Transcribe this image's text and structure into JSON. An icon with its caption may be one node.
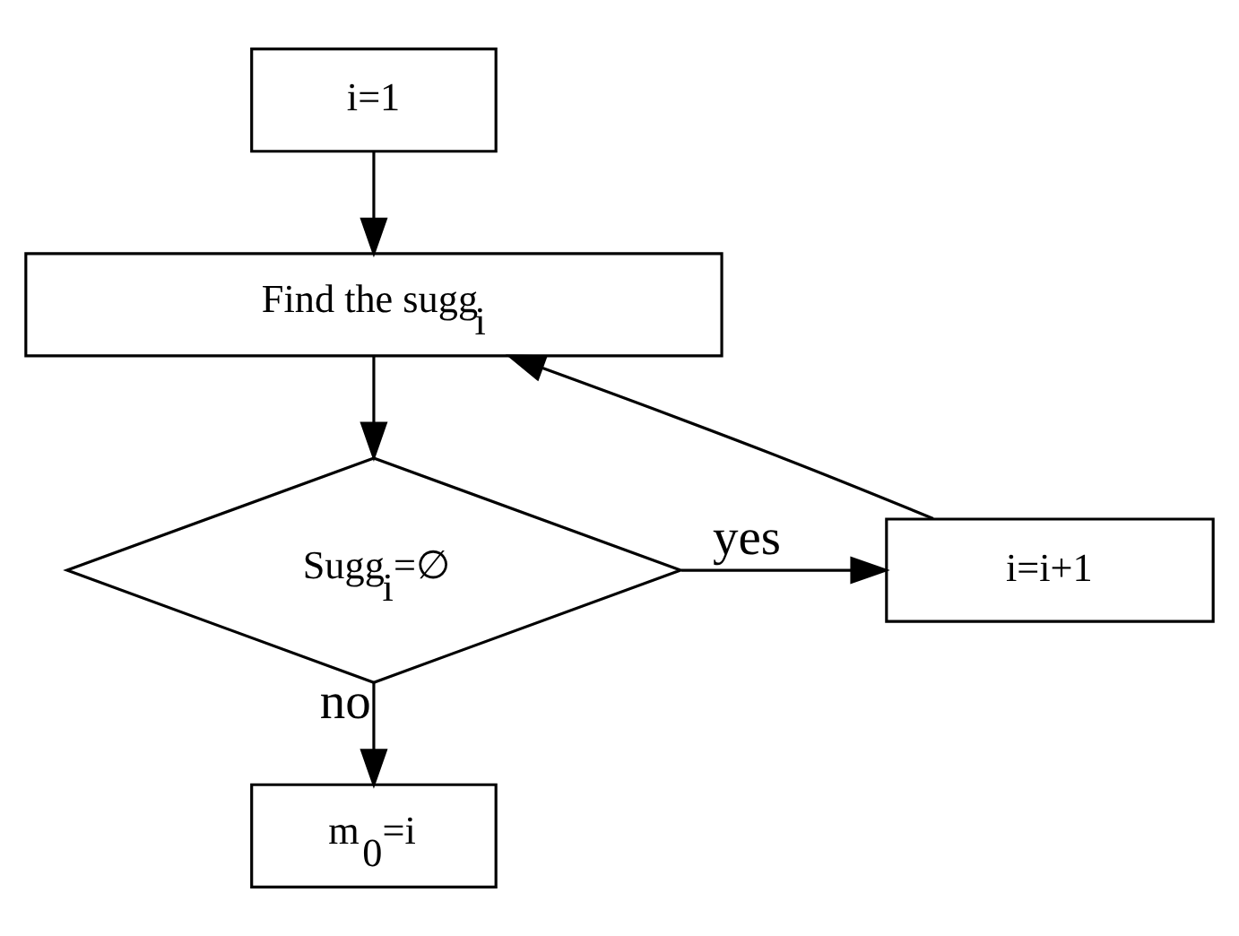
{
  "diagram": {
    "nodes": [
      {
        "text": [
          "i=1"
        ]
      },
      {
        "text": [
          "Find the sugg$_{i}$"
        ]
      },
      {
        "text": [
          "Sugg$_{i}$=∅"
        ]
      },
      {
        "text": [
          "i=i+1"
        ]
      },
      {
        "text": [
          "m$_{0}$=i"
        ]
      }
    ],
    "edges": [
      {
        "from": 0,
        "to": 1,
        "arrow": "to"
      },
      {
        "from": 1,
        "to": 2,
        "arrow": "to"
      },
      {
        "from": 2,
        "to": 3,
        "arrow": "to",
        "label": "yes"
      },
      {
        "from": 3,
        "to": 1,
        "arrow": "to"
      },
      {
        "from": 2,
        "to": 4,
        "arrow": "to",
        "label": "no"
      }
    ]
  }
}
